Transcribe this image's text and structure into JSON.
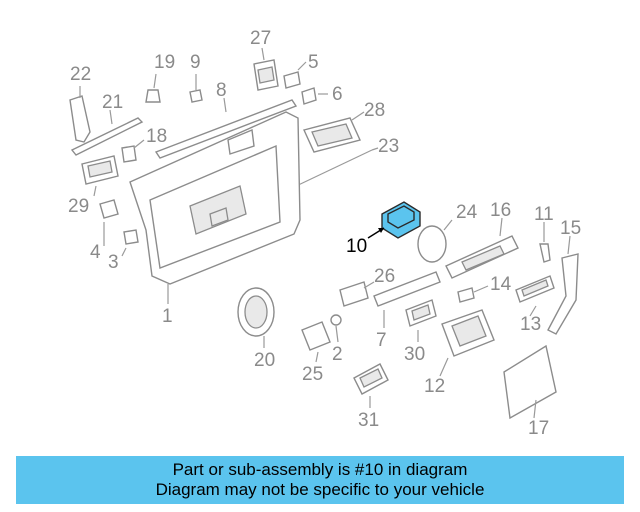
{
  "diagram": {
    "callouts": [
      "1",
      "2",
      "3",
      "4",
      "5",
      "6",
      "7",
      "8",
      "9",
      "10",
      "11",
      "12",
      "13",
      "14",
      "15",
      "16",
      "17",
      "18",
      "19",
      "20",
      "21",
      "22",
      "23",
      "24",
      "25",
      "26",
      "27",
      "28",
      "29",
      "30",
      "31"
    ],
    "highlighted_part": "10",
    "highlight_color": "#5bc4ee"
  },
  "banner": {
    "line1": "Part or sub-assembly is #10 in diagram",
    "line2": "Diagram may not be specific to your vehicle",
    "background": "#5bc4ee"
  }
}
